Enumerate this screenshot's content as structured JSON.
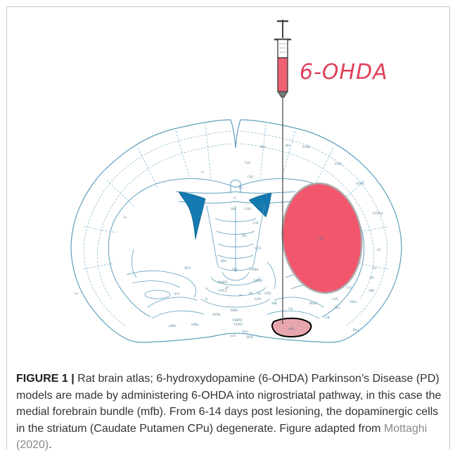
{
  "figure": {
    "drug_label": "6-OHDA",
    "atlas_labels": {
      "m2": "M2",
      "m1": "M1",
      "s1hl": "S1HL",
      "s1fl": "S1FL",
      "s1dz": "S1DZ",
      "s1ulp": "S1ULp",
      "cg1": "Cg1",
      "cg2": "Cg2",
      "ig": "IG",
      "cc": "cc",
      "cl": "cl",
      "shi": "SHi",
      "lsd": "LSD",
      "lsi": "LSI",
      "sfi": "SFi",
      "lsv": "LSV",
      "lv": "LV",
      "cpu": "CPu",
      "s2": "S2",
      "gi": "GI",
      "di": "DI",
      "aip": "AIP",
      "vcl": "VCl",
      "den": "DEn",
      "lss": "LSS",
      "ien": "IEn",
      "cb": "CB",
      "pir1": "Pir1",
      "ipac": "IPAC",
      "sib": "SIB",
      "vp": "VP",
      "lpo": "LPO",
      "stmv": "STMV",
      "stma": "STMA",
      "shy": "SHy",
      "md": "MD",
      "mnpo": "MnPO",
      "volt": "VOLT",
      "mpa": "MPA",
      "avpe": "AVPe",
      "vmpo": "VMPO",
      "vlpo": "VLPO",
      "och": "och",
      "mfbb": "mfbb",
      "mfba": "mfba",
      "sch": "SCh",
      "sox": "SOX",
      "ac": "ac",
      "aca": "aca",
      "ps": "PS",
      "fu": "Fu",
      "std": "STD",
      "lo": "lo",
      "fi": "fi",
      "sfo": "SFO",
      "ve": "ve",
      "d3v": "3V",
      "mfb": "mfb"
    }
  },
  "caption": {
    "label": "FIGURE 1 |",
    "text": " Rat brain atlas; 6-hydroxydopamine (6-OHDA) Parkinson’s Disease (PD) models are made by administering 6-OHDA into nigrostriatal pathway, in this case the medial forebrain bundle (mfb). From 6-14 days post lesioning, the dopaminergic cells in the striatum (Caudate Putamen CPu) degenerate. Figure adapted from ",
    "reference": "Mottaghi (2020)",
    "end": "."
  },
  "colors": {
    "atlas_line": "#5e9fbd",
    "ventricle_fill": "#1379b0",
    "lesion_fill": "#f2566c",
    "mfb_fill": "#e7a6ad",
    "drug_text": "#e0405a",
    "syringe_fluid": "#ef5f72"
  }
}
